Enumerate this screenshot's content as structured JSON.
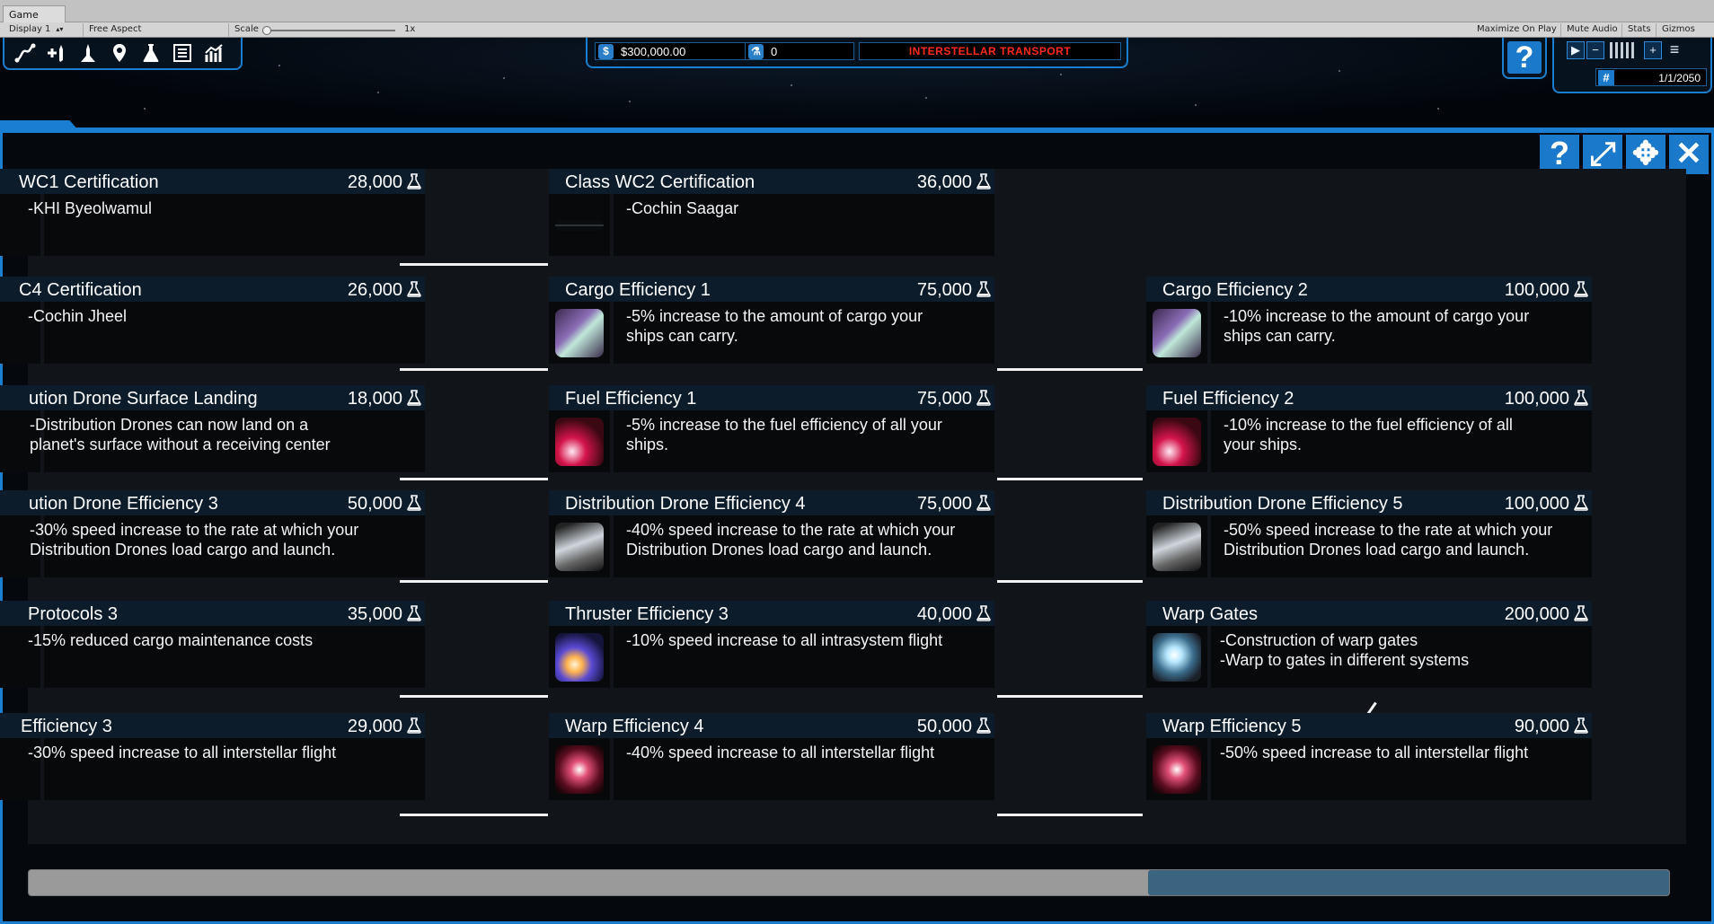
{
  "editor": {
    "tab_label": "Game",
    "display": "Display 1",
    "aspect": "Free Aspect",
    "scale_label": "Scale",
    "scale_value": "1x",
    "maximize": "Maximize On Play",
    "mute": "Mute Audio",
    "stats": "Stats",
    "gizmos": "Gizmos"
  },
  "hud": {
    "money": "$300,000.00",
    "research": "0",
    "title": "INTERSTELLAR TRANSPORT",
    "date": "1/1/2050",
    "help": "?"
  },
  "panel": {
    "help": "?",
    "expand": "⤢",
    "move": "✥",
    "close": "✕"
  },
  "research": {
    "left": [
      {
        "title": "WC1 Certification",
        "cost": "28,000",
        "desc": "-KHI Byeolwamul"
      },
      {
        "title": "C4 Certification",
        "cost": "26,000",
        "desc": "-Cochin Jheel"
      },
      {
        "title": "ution Drone Surface Landing",
        "cost": "18,000",
        "desc": "-Distribution Drones can now land on a\nplanet's surface without a receiving center"
      },
      {
        "title": "ution Drone Efficiency 3",
        "cost": "50,000",
        "desc": "-30% speed increase to the rate at which your\nDistribution Drones load cargo and launch."
      },
      {
        "title": "Protocols 3",
        "cost": "35,000",
        "desc": "-15% reduced cargo maintenance costs"
      },
      {
        "title": "Efficiency 3",
        "cost": "29,000",
        "desc": "-30% speed increase to all interstellar flight"
      }
    ],
    "middle": [
      {
        "title": "Class WC2 Certification",
        "cost": "36,000",
        "desc": "-Cochin Saagar",
        "icon": "ship-icon"
      },
      {
        "title": "Cargo Efficiency 1",
        "cost": "75,000",
        "desc": "-5% increase to the amount of cargo your\nships can carry.",
        "icon": "cargo-icon"
      },
      {
        "title": "Fuel Efficiency 1",
        "cost": "75,000",
        "desc": "-5% increase to the fuel efficiency of all your\nships.",
        "icon": "fuel-icon"
      },
      {
        "title": "Distribution Drone Efficiency 4",
        "cost": "75,000",
        "desc": "-40% speed increase to the rate at which your\nDistribution Drones load cargo and launch.",
        "icon": "drone-icon"
      },
      {
        "title": "Thruster Efficiency 3",
        "cost": "40,000",
        "desc": "-10% speed increase to all intrasystem flight",
        "icon": "thruster-icon"
      },
      {
        "title": "Warp Efficiency 4",
        "cost": "50,000",
        "desc": "-40% speed increase to all interstellar flight",
        "icon": "warp-icon"
      }
    ],
    "right": [
      {
        "title": "Cargo Efficiency 2",
        "cost": "100,000",
        "desc": "-10% increase to the amount of cargo your\nships can carry.",
        "icon": "cargo-icon"
      },
      {
        "title": "Fuel Efficiency 2",
        "cost": "100,000",
        "desc": "-10% increase to the fuel efficiency of all\nyour ships.",
        "icon": "fuel-icon"
      },
      {
        "title": "Distribution Drone Efficiency 5",
        "cost": "100,000",
        "desc": "-50% speed increase to the rate at which your\nDistribution Drones load cargo and launch.",
        "icon": "drone-icon"
      },
      {
        "title": "Warp Gates",
        "cost": "200,000",
        "desc": "-Construction of warp gates\n-Warp to gates in different systems",
        "icon": "warp-gate-icon"
      },
      {
        "title": "Warp Efficiency 5",
        "cost": "90,000",
        "desc": "-50% speed increase to all interstellar flight",
        "icon": "warp-icon"
      }
    ]
  },
  "colors": {
    "accent": "#1a7fd0",
    "title_red": "#ff2a1a"
  }
}
